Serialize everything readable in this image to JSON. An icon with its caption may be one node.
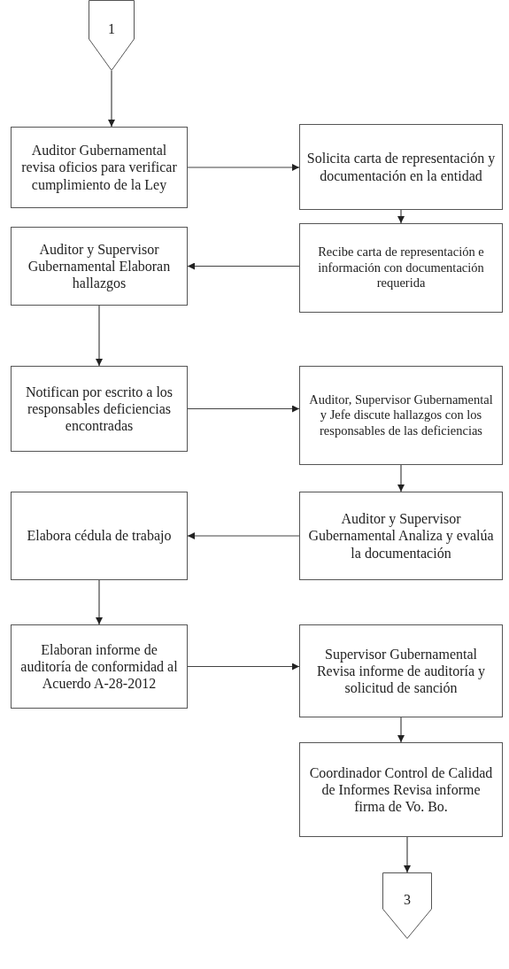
{
  "diagram": {
    "nodes": [
      {
        "text": [
          "1"
        ]
      },
      {
        "text": [
          "Auditor Gubernamental revisa oficios para verificar cumplimiento de la Ley"
        ]
      },
      {
        "text": [
          "Solicita carta de representación y documentación en la entidad"
        ]
      },
      {
        "text": [
          "Recibe carta de representación e información con documentación requerida"
        ]
      },
      {
        "text": [
          "Auditor y Supervisor Gubernamental Elaboran hallazgos"
        ]
      },
      {
        "text": [
          "Notifican por escrito a los responsables deficiencias encontradas"
        ]
      },
      {
        "text": [
          "Auditor, Supervisor Gubernamental y Jefe discute hallazgos con los responsables de las deficiencias"
        ]
      },
      {
        "text": [
          "Auditor y Supervisor Gubernamental Analiza y evalúa la documentación"
        ]
      },
      {
        "text": [
          "Elabora cédula de trabajo"
        ]
      },
      {
        "text": [
          "Elaboran informe de auditoría de conformidad al Acuerdo A-28-2012"
        ]
      },
      {
        "text": [
          "Supervisor Gubernamental Revisa informe de auditoría y solicitud de sanción"
        ]
      },
      {
        "text": [
          "Coordinador Control de Calidad de Informes Revisa informe firma de Vo. Bo."
        ]
      },
      {
        "text": [
          "3"
        ]
      }
    ],
    "edges": [
      {
        "from": 0,
        "to": 1,
        "arrow": "to"
      },
      {
        "from": 1,
        "to": 2,
        "arrow": "to"
      },
      {
        "from": 2,
        "to": 3,
        "arrow": "to"
      },
      {
        "from": 3,
        "to": 4,
        "arrow": "to"
      },
      {
        "from": 4,
        "to": 5,
        "arrow": "to"
      },
      {
        "from": 5,
        "to": 6,
        "arrow": "to"
      },
      {
        "from": 6,
        "to": 7,
        "arrow": "to"
      },
      {
        "from": 7,
        "to": 8,
        "arrow": "to"
      },
      {
        "from": 8,
        "to": 9,
        "arrow": "to"
      },
      {
        "from": 9,
        "to": 10,
        "arrow": "to"
      },
      {
        "from": 10,
        "to": 11,
        "arrow": "to"
      },
      {
        "from": 11,
        "to": 12,
        "arrow": "to"
      }
    ]
  }
}
